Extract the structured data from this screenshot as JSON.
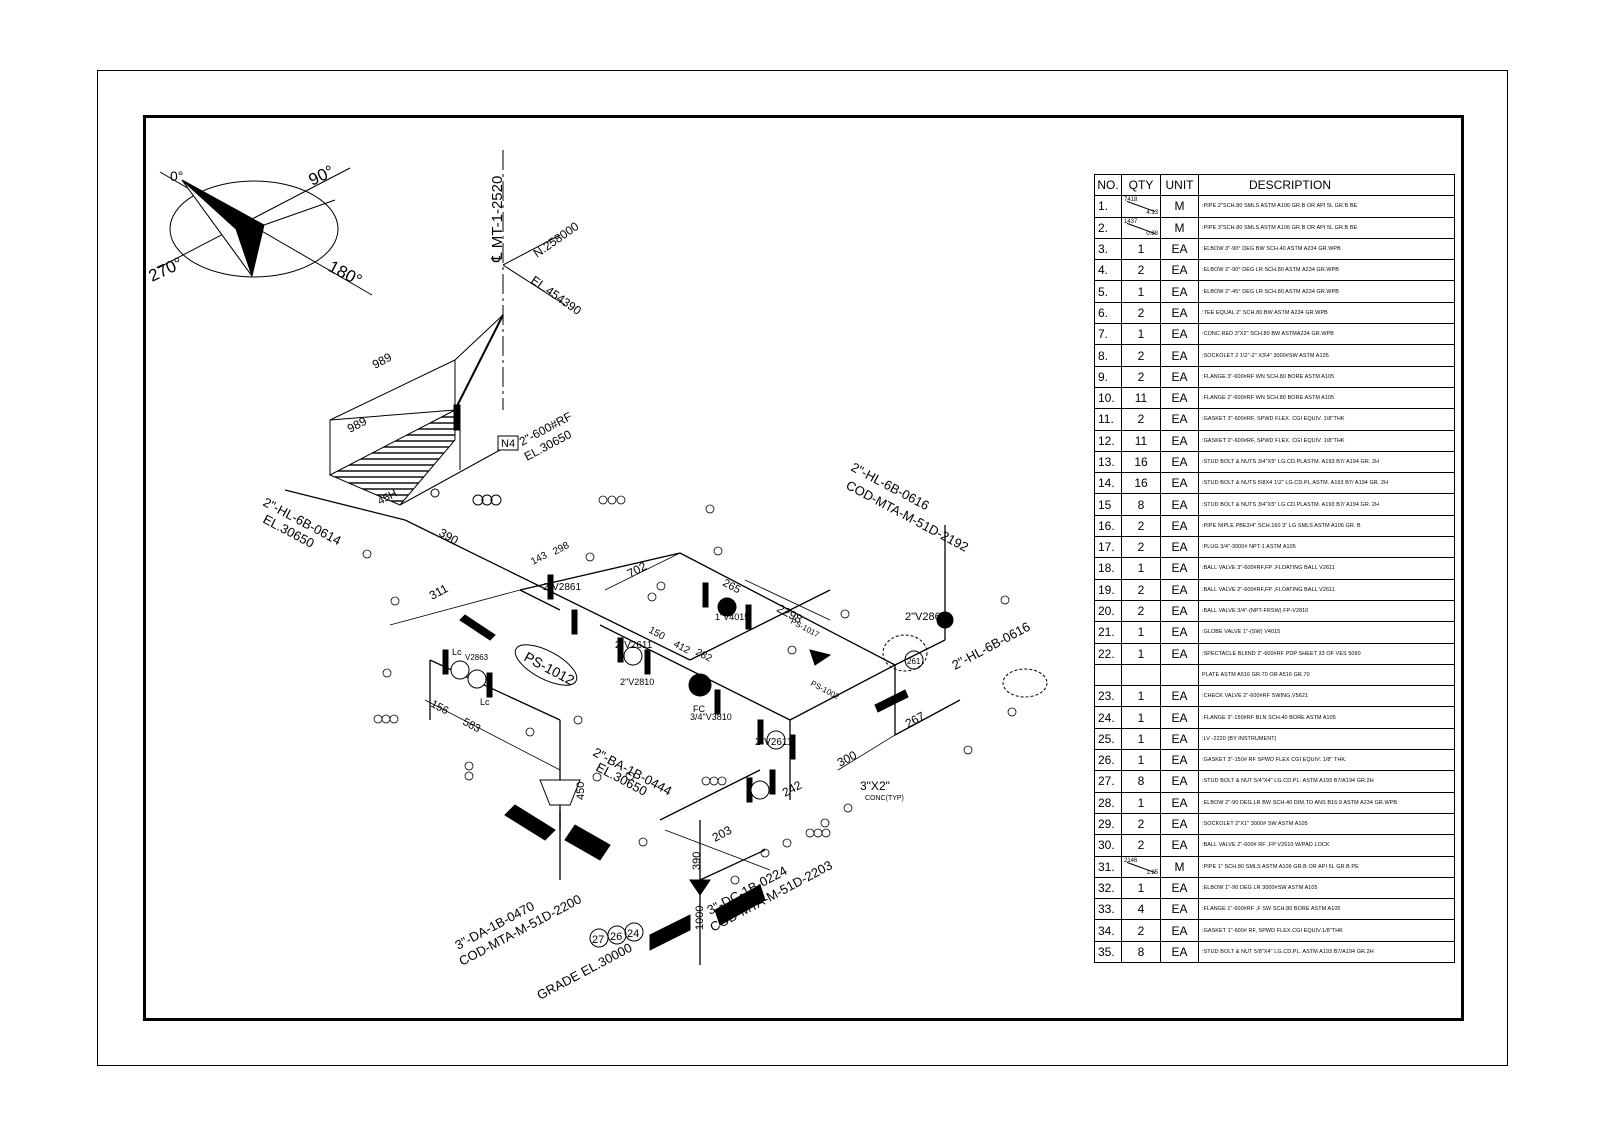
{
  "drawing": {
    "north_arrow": {
      "deg_0": "0°",
      "deg_90": "90°",
      "deg_180": "180°",
      "deg_270": "270°"
    },
    "labels": {
      "pipe_mt": "℄ MT-1-2520",
      "north_coord": "N.258000",
      "elevation_top": "EL.454390",
      "nozzle_tag": "N4",
      "nozzle_rating": "2\"-600#RF",
      "nozzle_el": "EL.30650",
      "dim_989_top": "989",
      "dim_989_side": "989",
      "dim_45h": "45H",
      "dim_390": "390",
      "line_hl_0614": "2\"-HL-6B-0614",
      "el_30650_left": "EL.30650",
      "line_hl_0616_top": "2\"-HL-6B-0616",
      "cod_2192": "COD-MTA-M-51D-2192",
      "ps_1012": "PS-1012",
      "ps_1017": "PS-1017",
      "ps_1002": "PS-1002",
      "dim_311": "311",
      "dim_702": "702",
      "dim_143": "143",
      "dim_298": "298",
      "dim_2298": "2298",
      "dim_265": "265",
      "dim_412": "412",
      "dim_282": "282",
      "dim_150": "150",
      "dim_156": "156",
      "dim_583": "583",
      "dim_267": "267",
      "dim_300": "300",
      "dim_242": "242",
      "dim_203": "203",
      "dim_390b": "390",
      "dim_450": "450",
      "dim_1000": "1000",
      "v_2861": "2\"V2861",
      "v_2861b": "2\"V2611",
      "v_2611": "2\"V2611",
      "v_4015": "1\"V4015",
      "v_2810": "2\"V2810",
      "v_2861c": "2\"V2861",
      "v_3810": "3/4\"V3810",
      "line_ba_0444": "2\"-BA-1B-0444",
      "el_30650_b": "EL.30650",
      "line_da_0470": "3\"-DA-1B-0470",
      "cod_2200": "COD-MTA-M-51D-2200",
      "line_dc_0224": "3\"-DC-1B-0224",
      "cod_2203": "COD-MTA-M-51D-2203",
      "grade_el": "GRADE EL.30000",
      "hl_0616_right": "2\"-HL-6B-0616",
      "reducer": "3\"X2\"",
      "reducer_note": "CONC(TYP)",
      "tag_261": "261",
      "tag_27": "27",
      "tag_26": "26",
      "tag_24": "24",
      "lc_a": "Lc",
      "lc_b": "Lc",
      "fc_a": "FC",
      "v_2863": "V2863"
    }
  },
  "bom": {
    "headers": {
      "no": "NO.",
      "qty": "QTY",
      "unit": "UNIT",
      "desc": "DESCRIPTION"
    },
    "rows": [
      {
        "no": "1.",
        "qty_top": "7418",
        "qty_bot": "4.13",
        "unit": "M",
        "desc": ":PIPE 2\"SCH.80 SMLS ASTM A106 GR.B OR API 5L GR.B BE"
      },
      {
        "no": "2.",
        "qty_top": "1437",
        "qty_bot": "0.88",
        "unit": "M",
        "desc": ":PIPE 3\"SCH.80 SMLS ASTM A106 GR.B OR API 5L GR.B BE"
      },
      {
        "no": "3.",
        "qty": "1",
        "unit": "EA",
        "desc": ":ELBOW 3\"-90° DEG BW SCH.40 ASTM A234 GR.WPB"
      },
      {
        "no": "4.",
        "qty": "2",
        "unit": "EA",
        "desc": ":ELBOW 2\"-90° DEG LR SCH.80 ASTM A234 GR.WPB"
      },
      {
        "no": "5.",
        "qty": "1",
        "unit": "EA",
        "desc": ":ELBOW 2\"-45° DEG LR SCH.80 ASTM A234 GR.WPB"
      },
      {
        "no": "6.",
        "qty": "2",
        "unit": "EA",
        "desc": ":TEE EQUAL 2\" SCH.80 BW ASTM A234 GR.WPB"
      },
      {
        "no": "7.",
        "qty": "1",
        "unit": "EA",
        "desc": ":CONC.RED 3\"X2\" SCH.80 BW ASTMA234 GR.WPB"
      },
      {
        "no": "8.",
        "qty": "2",
        "unit": "EA",
        "desc": ":SOCKOLET 2 1\\2\"-2\" X3\\4\" 3000#SW ASTM A105"
      },
      {
        "no": "9.",
        "qty": "2",
        "unit": "EA",
        "desc": ":FLANGE 3\"-600#RF WN SCH.80 BORE ASTM A105"
      },
      {
        "no": "10.",
        "qty": "11",
        "unit": "EA",
        "desc": ":FLANGE 2\"-600#RF WN SCH.80 BORE ASTM A105"
      },
      {
        "no": "11.",
        "qty": "2",
        "unit": "EA",
        "desc": ":GASKET 3\"-600#RF, SPWD FLEX. CGI EQUIV. 1\\8\"THK"
      },
      {
        "no": "12.",
        "qty": "11",
        "unit": "EA",
        "desc": ":GASKET 2\"-600#RF, SPWD FLEX. CGI EQUIV. 1\\8\"THK"
      },
      {
        "no": "13.",
        "qty": "16",
        "unit": "EA",
        "desc": ":STUD BOLT & NUTS 3\\4\"X5\" LG.CD.PLASTM. A193 B7/ A194 GR. 2H"
      },
      {
        "no": "14.",
        "qty": "16",
        "unit": "EA",
        "desc": ":STUD BOLT & NUTS 5\\8X4 1\\2\" LG.CD.PL.ASTM. A193 B7/ A194 GR. 2H"
      },
      {
        "no": "15",
        "qty": "8",
        "unit": "EA",
        "desc": ":STUD BOLT & NUTS 3\\4\"X5\" LG.CD.PLASTM. A193 B7/ A194 GR. 2H"
      },
      {
        "no": "16.",
        "qty": "2",
        "unit": "EA",
        "desc": ":PIPE NIPLE PBE3/4\" SCH.160 3\" LG SMLS ASTM A106 GR. B"
      },
      {
        "no": "17.",
        "qty": "2",
        "unit": "EA",
        "desc": ":PLUG 3/4\"-3000# NPT-1 ASTM A105"
      },
      {
        "no": "18.",
        "qty": "1",
        "unit": "EA",
        "desc": ":BALL VALVE 3\"-600#RF,FP ,FLOATING BALL V2611"
      },
      {
        "no": "19.",
        "qty": "2",
        "unit": "EA",
        "desc": ":BALL VALVE 2\"-600#RF,FP ,FLOATING BALL V2611"
      },
      {
        "no": "20.",
        "qty": "2",
        "unit": "EA",
        "desc": ":BALL VALVE 3/4\"-(NPT-FRSW) FP-V2810"
      },
      {
        "no": "21.",
        "qty": "1",
        "unit": "EA",
        "desc": ":GLOBE VALVE 1\"-(SW) V4015"
      },
      {
        "no": "22.",
        "qty": "1",
        "unit": "EA",
        "desc": ":SPECTACLE BLIIND 2\"-600#RF PDP SHEET 33 OF VES 5090"
      },
      {
        "no": "",
        "qty": "",
        "unit": "",
        "desc": "PLATE ASTM A516 GR.70 OR A516 GR.70"
      },
      {
        "no": "23.",
        "qty": "1",
        "unit": "EA",
        "desc": ":CHECK VALVE 2\"-600#RF SWING,V5621"
      },
      {
        "no": "24.",
        "qty": "1",
        "unit": "EA",
        "desc": ":FLANGE 3\"-150#RF BLN SCH.40 BORE ASTM A105"
      },
      {
        "no": "25.",
        "qty": "1",
        "unit": "EA",
        "desc": ":LV -2220 (BY INSTRUMENT)"
      },
      {
        "no": "26.",
        "qty": "1",
        "unit": "EA",
        "desc": ":GASKET 3\"-150# RF SPWD FLEX CGI EQUIV. 1/8\" THK."
      },
      {
        "no": "27.",
        "qty": "8",
        "unit": "EA",
        "desc": ":STUD BOLT & NUT 5/4\"X4\" LG.CD.PL. ASTM A193 B7/A194 GR.2H"
      },
      {
        "no": "28.",
        "qty": "1",
        "unit": "EA",
        "desc": ":ELBOW 2\"-90 DEG.LR BW SCH.40 DIM.TO ANS B16.9 ASTM A234 GR.WPB"
      },
      {
        "no": "29.",
        "qty": "2",
        "unit": "EA",
        "desc": ":SOCKOLET 2\"X1\" 3000# SW ASTM A105"
      },
      {
        "no": "30.",
        "qty": "2",
        "unit": "EA",
        "desc": ":BALL VALVE 2\"-600# RF ,FP V2610 W/PAD LOCK"
      },
      {
        "no": "31.",
        "qty_top": "2146",
        "qty_bot": "1.25",
        "unit": "M",
        "desc": ":PIPE 1\" SCH.80 SMLS ASTM A106 GR.B OR API 5L GR.B PE"
      },
      {
        "no": "32.",
        "qty": "1",
        "unit": "EA",
        "desc": ":ELBOW 1\"-90 DEG LR 3000#SW ASTM A105"
      },
      {
        "no": "33.",
        "qty": "4",
        "unit": "EA",
        "desc": ":FLANGE 1\"-600#RF ,F SW SCH.80 BORE ASTM A105"
      },
      {
        "no": "34.",
        "qty": "2",
        "unit": "EA",
        "desc": ":GASKET 1\"-600# RF, SPWD FLEX.CGI EQUIV.1/8\"THK"
      },
      {
        "no": "35.",
        "qty": "8",
        "unit": "EA",
        "desc": ":STUD BOLT & NUT 5/8\"X4\" LG.CD.PL. ASTM A193 B7/A194 GR.2H"
      }
    ]
  }
}
